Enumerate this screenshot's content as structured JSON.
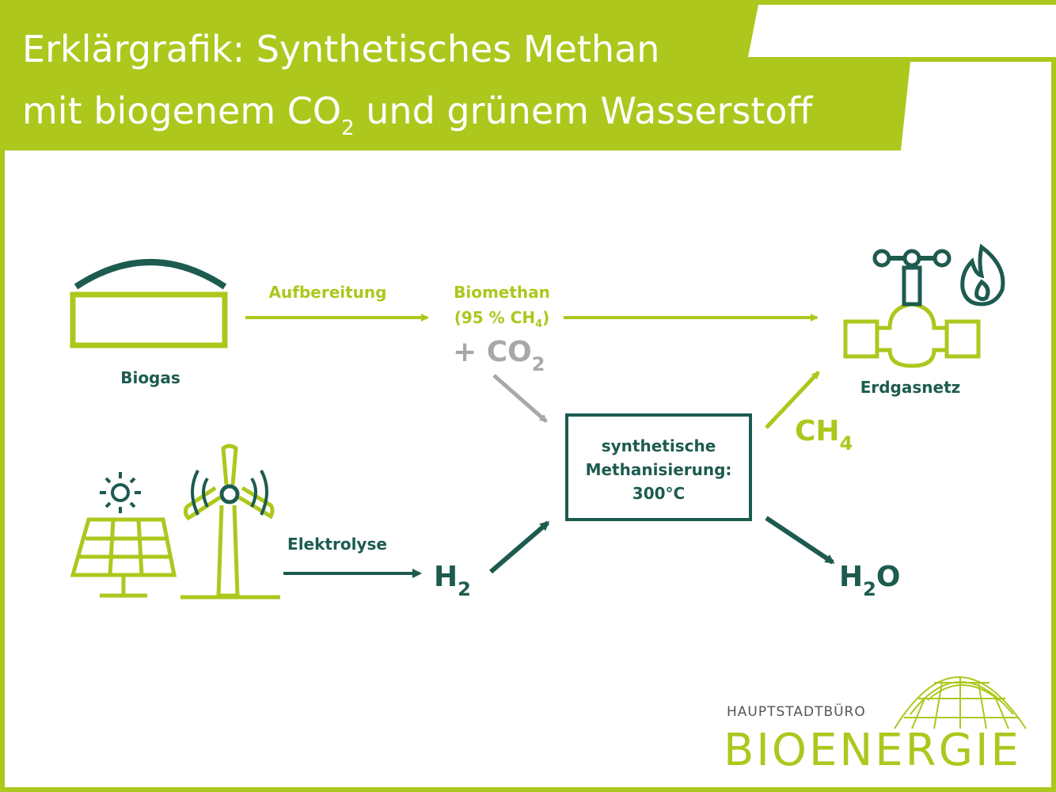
{
  "title": {
    "line1": "Erklärgrafik: Synthetisches Methan",
    "line2_before": "mit biogenem CO",
    "line2_sub": "2",
    "line2_after": " und grünem Wasserstoff"
  },
  "nodes": {
    "biogas": "Biogas",
    "aufbereitung": "Aufbereitung",
    "biomethan_line1": "Biomethan",
    "biomethan_line2_before": "(95 % CH",
    "biomethan_line2_sub": "4",
    "biomethan_line2_after": ")",
    "co2_before": "+ CO",
    "co2_sub": "2",
    "erdgasnetz": "Erdgasnetz",
    "methanisierung_line1": "synthetische",
    "methanisierung_line2": "Methanisierung:",
    "methanisierung_line3": "300°C",
    "ch4_base": "CH",
    "ch4_sub": "4",
    "elektrolyse": "Elektrolyse",
    "h2_base": "H",
    "h2_sub": "2",
    "h2o_before": "H",
    "h2o_sub": "2",
    "h2o_after": "O"
  },
  "logo": {
    "line1": "HAUPTSTADTBÜRO",
    "line2": "BIOENERGIE"
  },
  "colors": {
    "lime": "#adc71d",
    "dark_green": "#1d5b4f",
    "grey": "#a8a8a8"
  },
  "icons": [
    "biogas-dome-icon",
    "sun-icon",
    "solar-panel-icon",
    "wind-turbine-icon",
    "gas-valve-icon",
    "flame-icon",
    "globe-dome-icon"
  ]
}
